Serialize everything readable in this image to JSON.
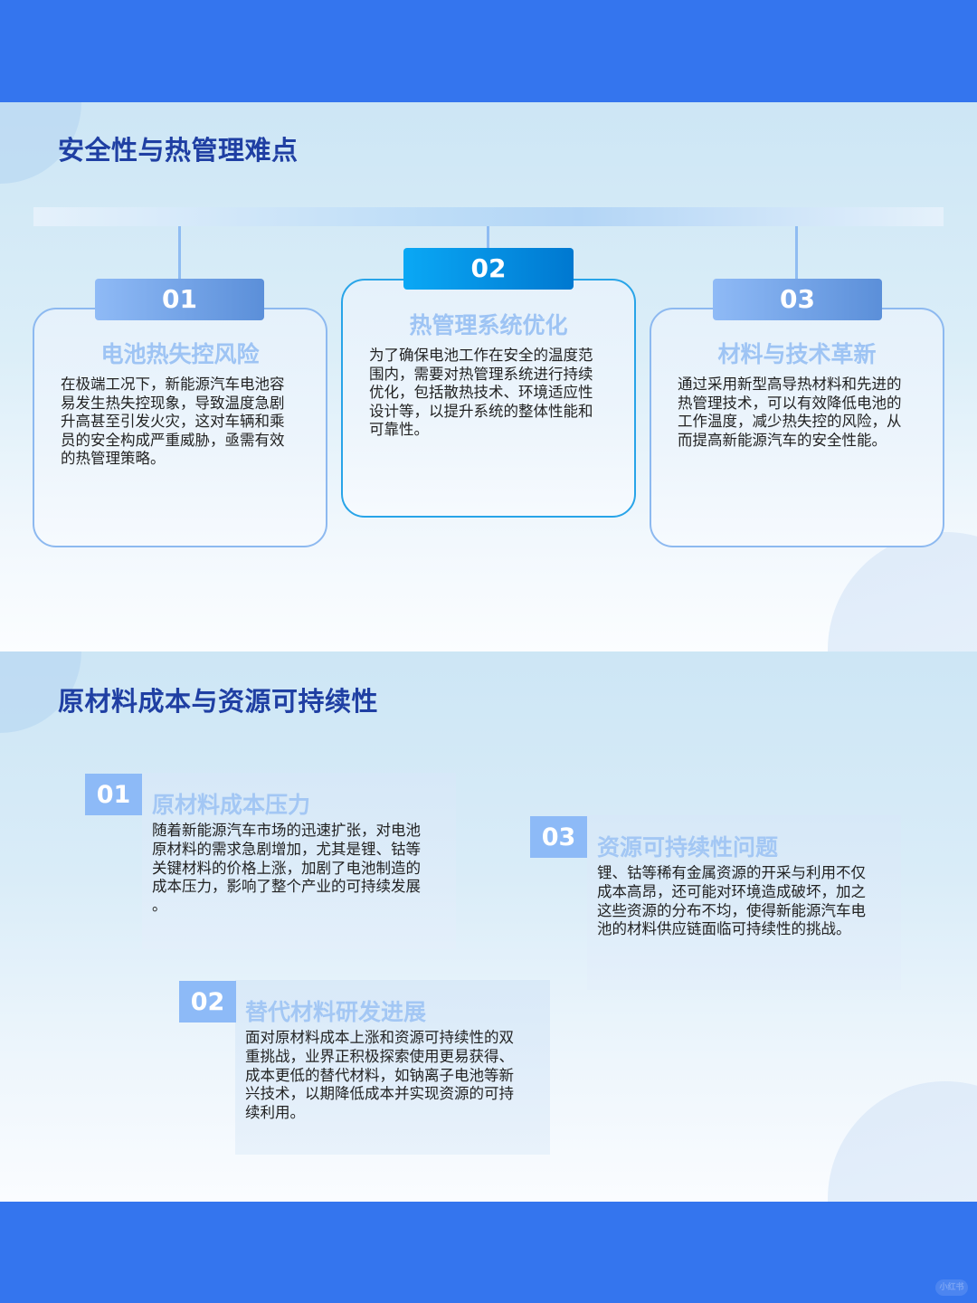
{
  "colors": {
    "brand_blue": "#3475ee",
    "title_navy": "#1f3fa3",
    "card_title_light_blue": "#9ec4f4",
    "active_accent": "#0aa8f5",
    "number_box_blue": "#8dbaf7"
  },
  "section1": {
    "title": "安全性与热管理难点",
    "cards": [
      {
        "number": "01",
        "title": "电池热失控风险",
        "lines": [
          "在极端工况下，新能源汽车电池容",
          "易发生热失控现象，导致温度急剧",
          "升高甚至引发火灾，这对车辆和乘",
          "员的安全构成严重威胁，亟需有效",
          "的热管理策略。"
        ]
      },
      {
        "number": "02",
        "title": "热管理系统优化",
        "lines": [
          "为了确保电池工作在安全的温度范",
          "围内，需要对热管理系统进行持续",
          "优化，包括散热技术、环境适应性",
          "设计等，以提升系统的整体性能和",
          "可靠性。"
        ]
      },
      {
        "number": "03",
        "title": "材料与技术革新",
        "lines": [
          "通过采用新型高导热材料和先进的",
          "热管理技术，可以有效降低电池的",
          "工作温度，减少热失控的风险，从",
          "而提高新能源汽车的安全性能。"
        ]
      }
    ]
  },
  "section2": {
    "title": "原材料成本与资源可持续性",
    "items": [
      {
        "number": "01",
        "title": "原材料成本压力",
        "lines": [
          "随着新能源汽车市场的迅速扩张，对电池",
          "原材料的需求急剧增加，尤其是锂、钴等",
          "关键材料的价格上涨，加剧了电池制造的",
          "成本压力，影响了整个产业的可持续发展",
          "。"
        ]
      },
      {
        "number": "02",
        "title": "替代材料研发进展",
        "lines": [
          "面对原材料成本上涨和资源可持续性的双",
          "重挑战，业界正积极探索使用更易获得、",
          "成本更低的替代材料，如钠离子电池等新",
          "兴技术，以期降低成本并实现资源的可持",
          "续利用。"
        ]
      },
      {
        "number": "03",
        "title": "资源可持续性问题",
        "lines": [
          "锂、钴等稀有金属资源的开采与利用不仅",
          "成本高昂，还可能对环境造成破坏，加之",
          "这些资源的分布不均，使得新能源汽车电",
          "池的材料供应链面临可持续性的挑战。"
        ]
      }
    ]
  },
  "footer": {
    "watermark": "小红书"
  }
}
